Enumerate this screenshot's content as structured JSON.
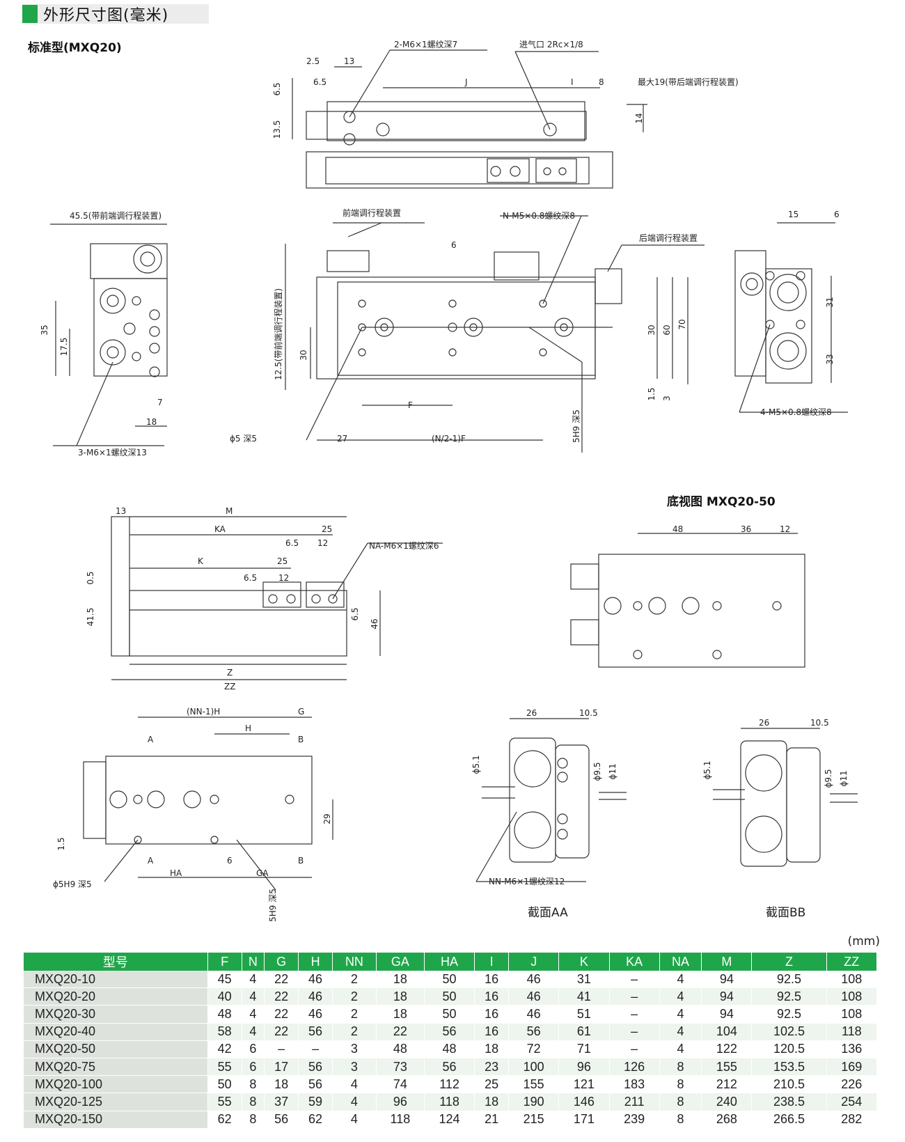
{
  "header": {
    "title": "外形尺寸图(毫米)",
    "subtitle": "标准型(MXQ20)"
  },
  "bottom_view_title": "底视图 MXQ20-50",
  "labels": {
    "top": [
      "2-M6×1螺纹深7",
      "进气口 2Rc×1/8",
      "最大19(带后端调行程装置)",
      "2.5",
      "13",
      "6.5",
      "J",
      "I",
      "8",
      "6.5",
      "13.5",
      "14"
    ],
    "side": [
      "45.5(带前端调行程装置)",
      "35",
      "17.5",
      "7",
      "18",
      "3-M6×1螺纹深13"
    ],
    "front": [
      "前端调行程装置",
      "N-M5×0.8螺纹深8",
      "后端调行程装置",
      "6",
      "12.5(带前端调行程装置)",
      "30",
      "30",
      "60",
      "70",
      "1.5",
      "3",
      "F",
      "27",
      "(N/2-1)F",
      "ϕ5 深5",
      "5H9 深5"
    ],
    "right": [
      "15",
      "6",
      "31",
      "33",
      "4-M5×0.8螺纹深8"
    ],
    "mid": [
      "13",
      "M",
      "KA",
      "25",
      "6.5",
      "12",
      "NA-M6×1螺纹深6",
      "K",
      "25",
      "6.5",
      "12",
      "0.5",
      "41.5",
      "6.5",
      "46",
      "Z",
      "ZZ"
    ],
    "bottom": [
      "48",
      "36",
      "12"
    ],
    "lower": [
      "(NN-1)H",
      "G",
      "H",
      "A",
      "B",
      "29",
      "1.5",
      "6",
      "A",
      "B",
      "HA",
      "GA",
      "ϕ5H9 深5",
      "5H9 深5"
    ],
    "sections": [
      "26",
      "10.5",
      "ϕ5.1",
      "ϕ9.5",
      "ϕ11",
      "NN-M6×1螺纹深12",
      "26",
      "10.5",
      "ϕ5.1",
      "ϕ9.5",
      "ϕ11"
    ]
  },
  "captions": {
    "aa": "截面AA",
    "bb": "截面BB"
  },
  "unit": "(mm)",
  "table": {
    "headers": [
      "型号",
      "F",
      "N",
      "G",
      "H",
      "NN",
      "GA",
      "HA",
      "I",
      "J",
      "K",
      "KA",
      "NA",
      "M",
      "Z",
      "ZZ"
    ],
    "rows": [
      [
        "MXQ20-10",
        "45",
        "4",
        "22",
        "46",
        "2",
        "18",
        "50",
        "16",
        "46",
        "31",
        "–",
        "4",
        "94",
        "92.5",
        "108"
      ],
      [
        "MXQ20-20",
        "40",
        "4",
        "22",
        "46",
        "2",
        "18",
        "50",
        "16",
        "46",
        "41",
        "–",
        "4",
        "94",
        "92.5",
        "108"
      ],
      [
        "MXQ20-30",
        "48",
        "4",
        "22",
        "46",
        "2",
        "18",
        "50",
        "16",
        "46",
        "51",
        "–",
        "4",
        "94",
        "92.5",
        "108"
      ],
      [
        "MXQ20-40",
        "58",
        "4",
        "22",
        "56",
        "2",
        "22",
        "56",
        "16",
        "56",
        "61",
        "–",
        "4",
        "104",
        "102.5",
        "118"
      ],
      [
        "MXQ20-50",
        "42",
        "6",
        "–",
        "–",
        "3",
        "48",
        "48",
        "18",
        "72",
        "71",
        "–",
        "4",
        "122",
        "120.5",
        "136"
      ],
      [
        "MXQ20-75",
        "55",
        "6",
        "17",
        "56",
        "3",
        "73",
        "56",
        "23",
        "100",
        "96",
        "126",
        "8",
        "155",
        "153.5",
        "169"
      ],
      [
        "MXQ20-100",
        "50",
        "8",
        "18",
        "56",
        "4",
        "74",
        "112",
        "25",
        "155",
        "121",
        "183",
        "8",
        "212",
        "210.5",
        "226"
      ],
      [
        "MXQ20-125",
        "55",
        "8",
        "37",
        "59",
        "4",
        "96",
        "118",
        "18",
        "190",
        "146",
        "211",
        "8",
        "240",
        "238.5",
        "254"
      ],
      [
        "MXQ20-150",
        "62",
        "8",
        "56",
        "62",
        "4",
        "118",
        "124",
        "21",
        "215",
        "171",
        "239",
        "8",
        "268",
        "266.5",
        "282"
      ]
    ]
  }
}
